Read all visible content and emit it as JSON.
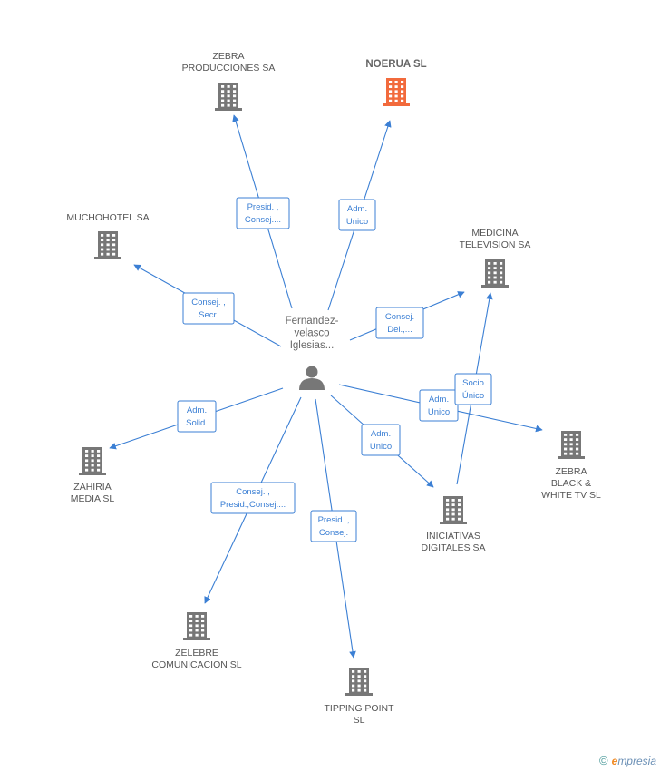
{
  "colors": {
    "edge": "#3b7fd4",
    "building": "#777777",
    "building_highlight": "#f26a3c",
    "person": "#777777"
  },
  "center": {
    "name_lines": [
      "Fernandez-",
      "velasco",
      "Iglesias..."
    ],
    "icon": "person-icon"
  },
  "companies": [
    {
      "id": "zebra-producciones",
      "name_lines": [
        "ZEBRA",
        "PRODUCCIONES SA"
      ],
      "highlight": false,
      "icon": "building-icon"
    },
    {
      "id": "noerua",
      "name_lines": [
        "NOERUA SL"
      ],
      "highlight": true,
      "icon": "building-icon"
    },
    {
      "id": "muchohotel",
      "name_lines": [
        "MUCHOHOTEL SA"
      ],
      "highlight": false,
      "icon": "building-icon"
    },
    {
      "id": "medicina-television",
      "name_lines": [
        "MEDICINA",
        "TELEVISION SA"
      ],
      "highlight": false,
      "icon": "building-icon"
    },
    {
      "id": "zahiria",
      "name_lines": [
        "ZAHIRIA",
        "MEDIA SL"
      ],
      "highlight": false,
      "icon": "building-icon"
    },
    {
      "id": "zebra-bw",
      "name_lines": [
        "ZEBRA",
        "BLACK &",
        "WHITE TV  SL"
      ],
      "highlight": false,
      "icon": "building-icon"
    },
    {
      "id": "iniciativas",
      "name_lines": [
        "INICIATIVAS",
        "DIGITALES SA"
      ],
      "highlight": false,
      "icon": "building-icon"
    },
    {
      "id": "zelebre",
      "name_lines": [
        "ZELEBRE",
        "COMUNICACION SL"
      ],
      "highlight": false,
      "icon": "building-icon"
    },
    {
      "id": "tipping",
      "name_lines": [
        "TIPPING POINT",
        "SL"
      ],
      "highlight": false,
      "icon": "building-icon"
    }
  ],
  "relations": [
    {
      "from": "center",
      "to": "zebra-producciones",
      "label_lines": [
        "Presid. ,",
        "Consej...."
      ]
    },
    {
      "from": "center",
      "to": "noerua",
      "label_lines": [
        "Adm.",
        "Unico"
      ]
    },
    {
      "from": "center",
      "to": "muchohotel",
      "label_lines": [
        "Consej. ,",
        "Secr."
      ]
    },
    {
      "from": "center",
      "to": "medicina-television",
      "label_lines": [
        "Consej.",
        "Del.,..."
      ]
    },
    {
      "from": "center",
      "to": "zahiria",
      "label_lines": [
        "Adm.",
        "Solid."
      ]
    },
    {
      "from": "center",
      "to": "zebra-bw",
      "label_lines": [
        "Adm.",
        "Unico"
      ]
    },
    {
      "from": "center",
      "to": "iniciativas",
      "label_lines": [
        "Adm.",
        "Unico"
      ]
    },
    {
      "from": "iniciativas",
      "to": "medicina-television",
      "label_lines": [
        "Socio",
        "Único"
      ]
    },
    {
      "from": "center",
      "to": "zelebre",
      "label_lines": [
        "Consej. ,",
        "Presid.,Consej...."
      ]
    },
    {
      "from": "center",
      "to": "tipping",
      "label_lines": [
        "Presid. ,",
        "Consej."
      ]
    }
  ],
  "footer": {
    "copyright": "©",
    "brand_initial": "e",
    "brand_rest": "mpresia"
  }
}
